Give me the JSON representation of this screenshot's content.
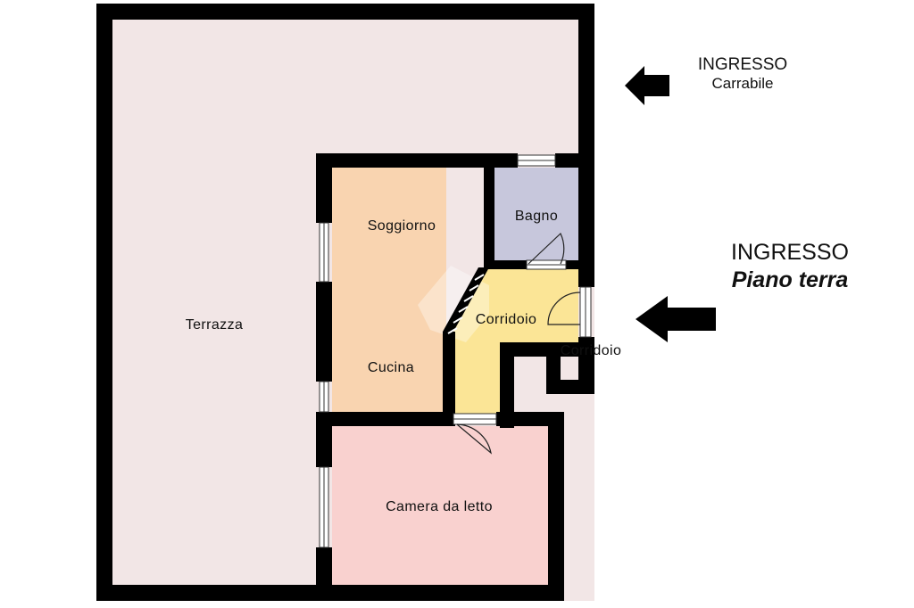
{
  "rooms": {
    "terrazza": "Terrazza",
    "soggiorno": "Soggiorno",
    "cucina": "Cucina",
    "bagno": "Bagno",
    "corridoio": "Corridoio",
    "corridoio_ext": "Corridoio",
    "camera": "Camera da letto"
  },
  "entrances": {
    "carrabile": {
      "line1": "INGRESSO",
      "line2": "Carrabile"
    },
    "piano_terra": {
      "line1": "INGRESSO",
      "line2": "Piano terra"
    }
  },
  "colors": {
    "wall": "#000000",
    "terrazza": "#f2e6e6",
    "soggiorno_cucina": "#f9d4b0",
    "bagno": "#c7c7dc",
    "corridoio": "#fbe596",
    "camera": "#f9d1cf"
  }
}
